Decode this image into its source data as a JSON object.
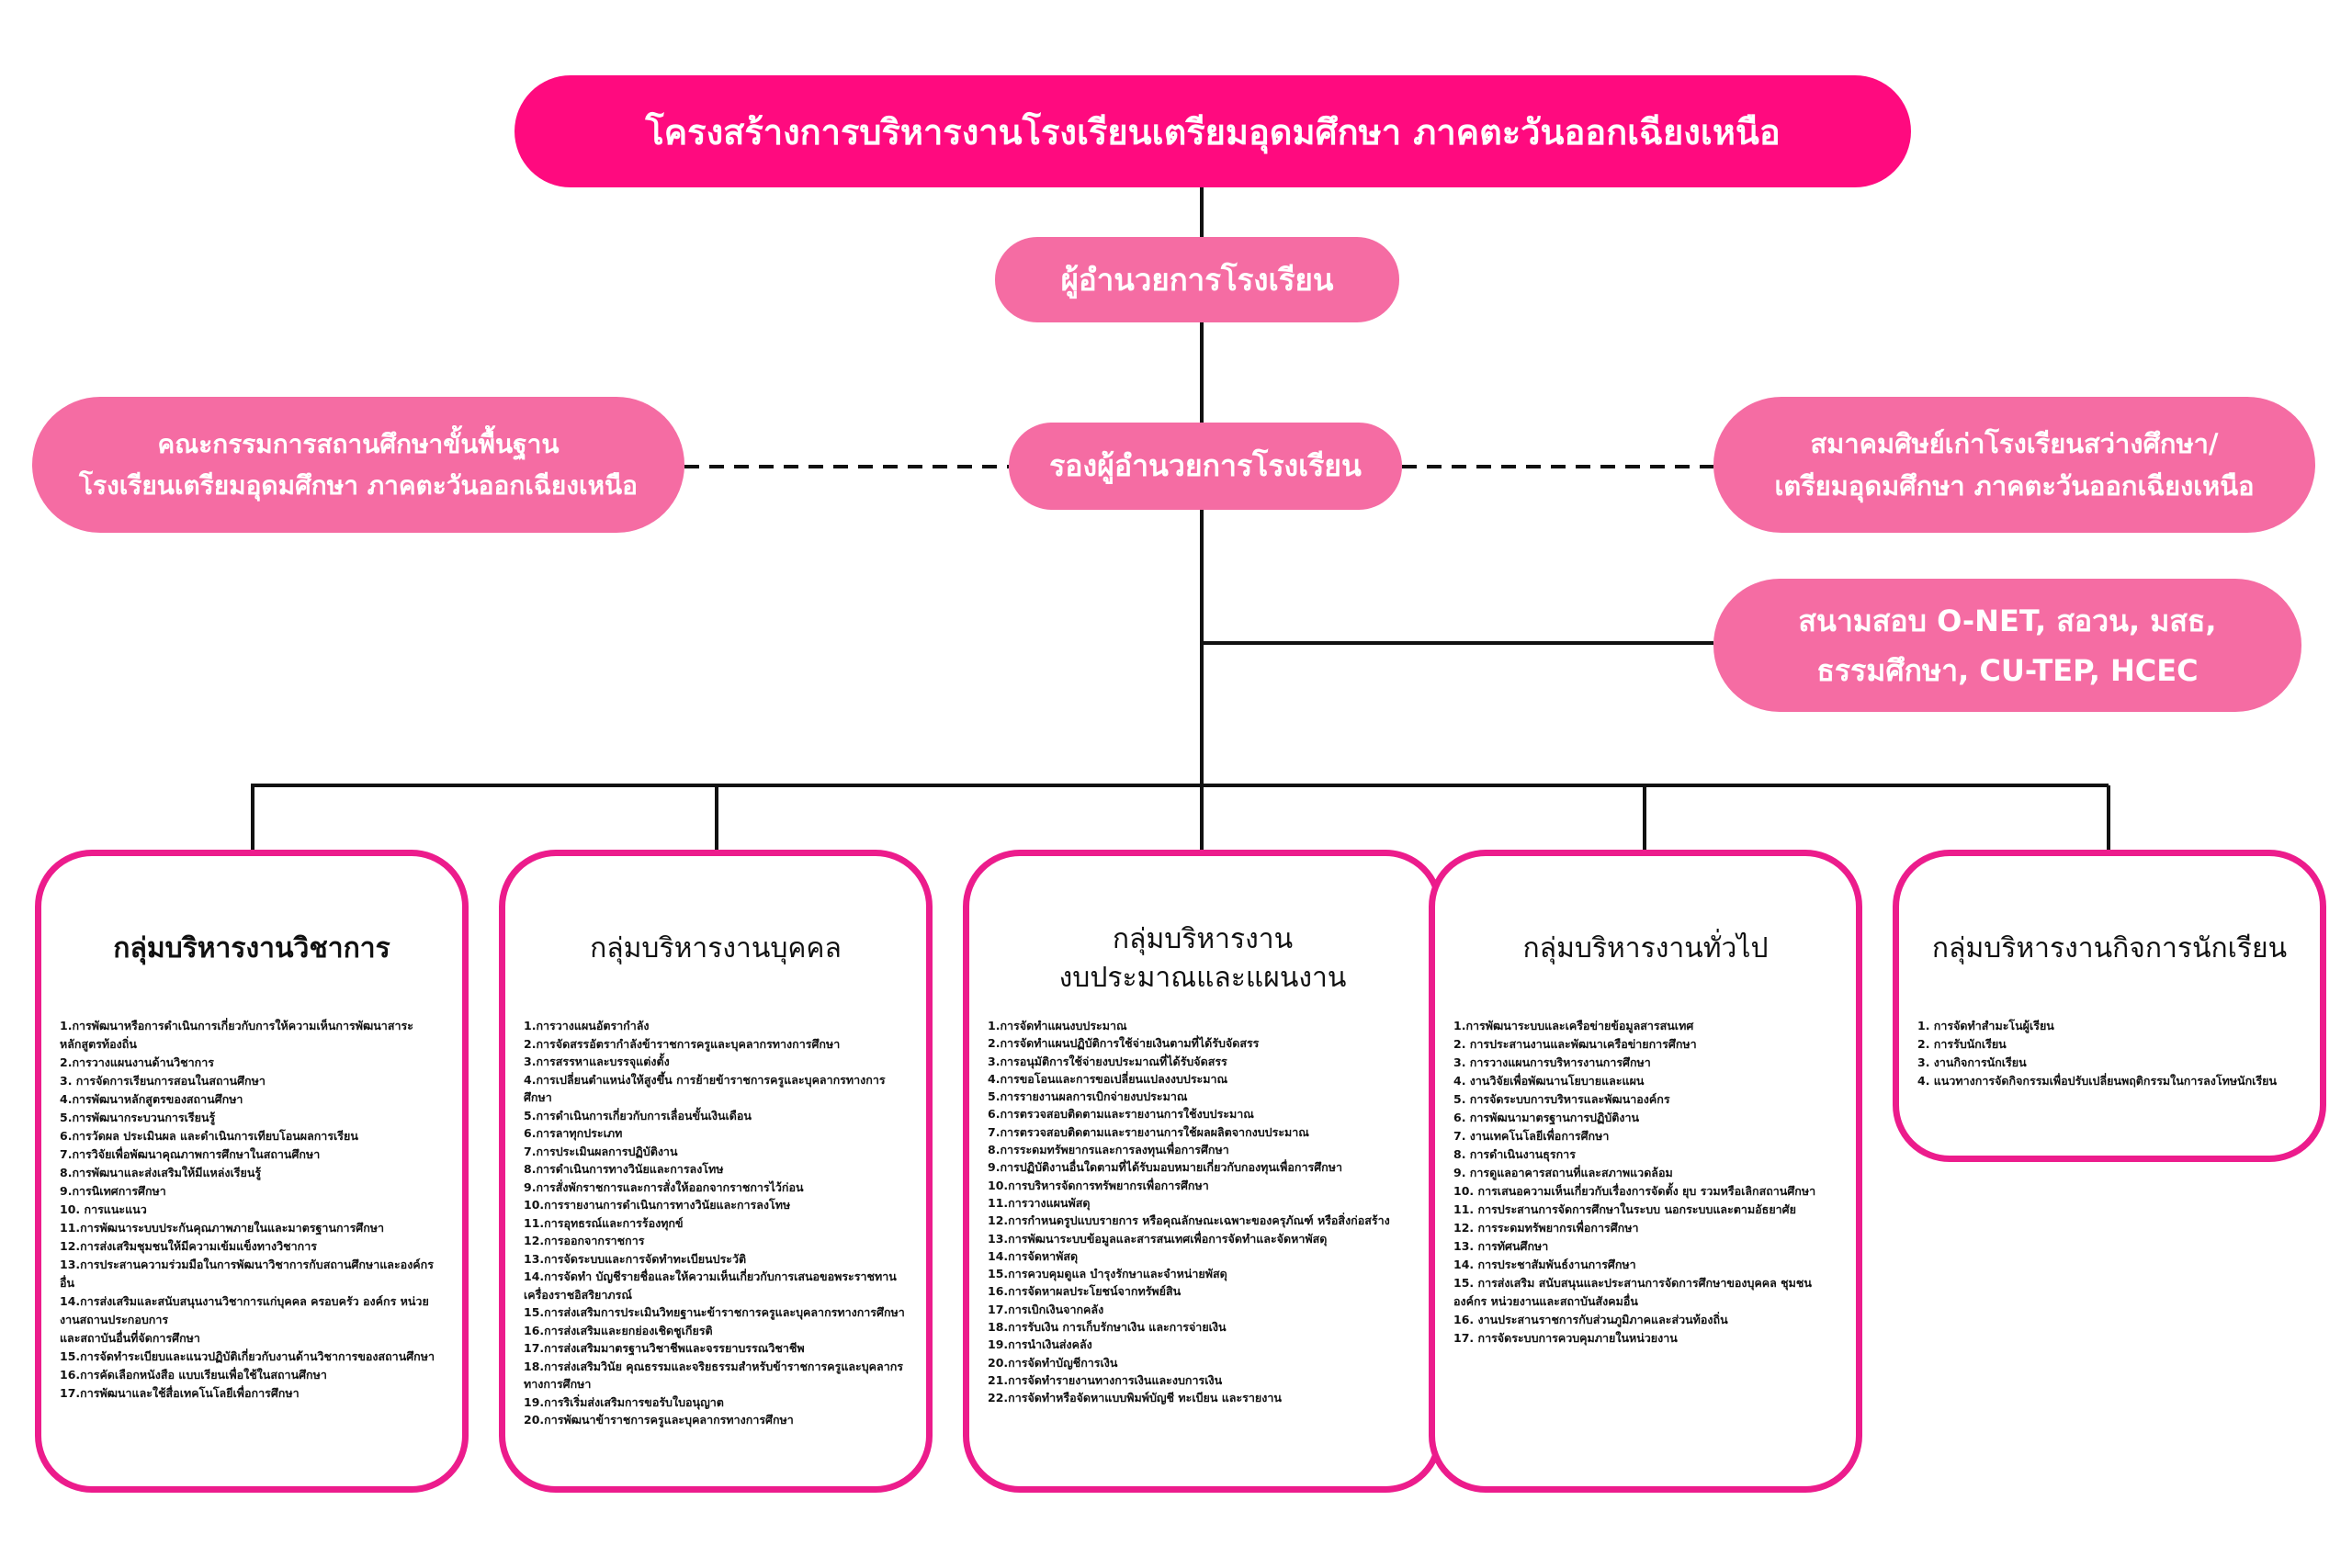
{
  "title": "โครงสร้างการบริหารงานโรงเรียนเตรียมอุดมศึกษา ภาคตะวันออกเฉียงเหนือ",
  "director": "ผู้อำนวยการโรงเรียน",
  "deputy": "รองผู้อำนวยการโรงเรียน",
  "board": [
    "คณะกรรมการสถานศึกษาขั้นพื้นฐาน",
    "โรงเรียนเตรียมอุดมศึกษา ภาคตะวันออกเฉียงเหนือ"
  ],
  "alumni": [
    "สมาคมศิษย์เก่าโรงเรียนสว่างศึกษา/",
    "เตรียมอุดมศึกษา ภาคตะวันออกเฉียงเหนือ"
  ],
  "exams": [
    "สนามสอบ O-NET, สอวน, มสธ,",
    "ธรรมศึกษา, CU-TEP, HCEC"
  ],
  "colors": {
    "pink_dark": "#ff0a7f",
    "pink_light": "#f56ca3",
    "border": "#ec1c8c",
    "line": "#111111"
  },
  "groups": [
    {
      "title": [
        "กลุ่มบริหารงานวิชาการ"
      ],
      "items": [
        "1.การพัฒนาหรือการดำเนินการเกี่ยวกับการให้ความเห็นการพัฒนาสาระหลักสูตรท้องถิ่น",
        "2.การวางแผนงานด้านวิชาการ",
        "3. การจัดการเรียนการสอนในสถานศึกษา",
        "4.การพัฒนาหลักสูตรของสถานศึกษา",
        "5.การพัฒนากระบวนการเรียนรู้",
        "6.การวัดผล ประเมินผล และดำเนินการเทียบโอนผลการเรียน",
        "7.การวิจัยเพื่อพัฒนาคุณภาพการศึกษาในสถานศึกษา",
        "8.การพัฒนาและส่งเสริมให้มีแหล่งเรียนรู้",
        "9.การนิเทศการศึกษา",
        "10. การแนะแนว",
        "11.การพัฒนาระบบประกันคุณภาพภายในและมาตรฐานการศึกษา",
        "12.การส่งเสริมชุมชนให้มีความเข้มแข็งทางวิชาการ",
        "13.การประสานความร่วมมือในการพัฒนาวิชาการกับสถานศึกษาและองค์กรอื่น",
        "14.การส่งเสริมและสนับสนุนงานวิชาการแก่บุคคล ครอบครัว องค์กร หน่วยงานสถานประกอบการ",
        "และสถาบันอื่นที่จัดการศึกษา",
        "15.การจัดทำระเบียบและแนวปฏิบัติเกี่ยวกับงานด้านวิชาการของสถานศึกษา",
        "16.การคัดเลือกหนังสือ แบบเรียนเพื่อใช้ในสถานศึกษา",
        "17.การพัฒนาและใช้สื่อเทคโนโลยีเพื่อการศึกษา"
      ]
    },
    {
      "title": [
        "กลุ่มบริหารงานบุคคล"
      ],
      "items": [
        "1.การวางแผนอัตรากำลัง",
        "2.การจัดสรรอัตรากำลังข้าราชการครูและบุคลากรทางการศึกษา",
        "3.การสรรหาและบรรจุแต่งตั้ง",
        "4.การเปลี่ยนตำแหน่งให้สูงขึ้น การย้ายข้าราชการครูและบุคลากรทางการศึกษา",
        "5.การดำเนินการเกี่ยวกับการเลื่อนขั้นเงินเดือน",
        "6.การลาทุกประเภท",
        "7.การประเมินผลการปฏิบัติงาน",
        "8.การดำเนินการทางวินัยและการลงโทษ",
        "9.การสั่งพักราชการและการสั่งให้ออกจากราชการไว้ก่อน",
        "10.การรายงานการดำเนินการทางวินัยและการลงโทษ",
        "11.การอุทธรณ์และการร้องทุกข์",
        "12.การออกจากราชการ",
        "13.การจัดระบบและการจัดทำทะเบียนประวัติ",
        "14.การจัดทำ บัญชีรายชื่อและให้ความเห็นเกี่ยวกับการเสนอขอพระราชทาน",
        "เครื่องราชอิสริยาภรณ์",
        "15.การส่งเสริมการประเมินวิทยฐานะข้าราชการครูและบุคลากรทางการศึกษา",
        "16.การส่งเสริมและยกย่องเชิดชูเกียรติ",
        "17.การส่งเสริมมาตรฐานวิชาชีพและจรรยาบรรณวิชาชีพ",
        "18.การส่งเสริมวินัย คุณธรรมและจริยธรรมสำหรับข้าราชการครูและบุคลากรทางการศึกษา",
        "19.การริเริ่มส่งเสริมการขอรับใบอนุญาต",
        "20.การพัฒนาข้าราชการครูและบุคลากรทางการศึกษา"
      ]
    },
    {
      "title": [
        "กลุ่มบริหารงาน",
        "งบประมาณและแผนงาน"
      ],
      "items": [
        "1.การจัดทำแผนงบประมาณ",
        "2.การจัดทำแผนปฏิบัติการใช้จ่ายเงินตามที่ได้รับจัดสรร",
        "3.การอนุมัติการใช้จ่ายงบประมาณที่ได้รับจัดสรร",
        "4.การขอโอนและการขอเปลี่ยนแปลงงบประมาณ",
        "5.การรายงานผลการเบิกจ่ายงบประมาณ",
        "6.การตรวจสอบติดตามและรายงานการใช้งบประมาณ",
        "7.การตรวจสอบติดตามและรายงานการใช้ผลผลิตจากงบประมาณ",
        "8.การระดมทรัพยากรและการลงทุนเพื่อการศึกษา",
        "9.การปฏิบัติงานอื่นใดตามที่ได้รับมอบหมายเกี่ยวกับกองทุนเพื่อการศึกษา",
        "10.การบริหารจัดการทรัพยากรเพื่อการศึกษา",
        "11.การวางแผนพัสดุ",
        "12.การกำหนดรูปแบบรายการ หรือคุณลักษณะเฉพาะของครุภัณฑ์ หรือสิ่งก่อสร้าง",
        "13.การพัฒนาระบบข้อมูลและสารสนเทศเพื่อการจัดทำและจัดหาพัสดุ",
        "14.การจัดหาพัสดุ",
        "15.การควบคุมดูแล บำรุงรักษาและจำหน่ายพัสดุ",
        "16.การจัดหาผลประโยชน์จากทรัพย์สิน",
        "17.การเบิกเงินจากคลัง",
        "18.การรับเงิน การเก็บรักษาเงิน และการจ่ายเงิน",
        "19.การนำเงินส่งคลัง",
        "20.การจัดทำบัญชีการเงิน",
        "21.การจัดทำรายงานทางการเงินและงบการเงิน",
        "22.การจัดทำหรือจัดหาแบบพิมพ์บัญชี ทะเบียน และรายงาน"
      ]
    },
    {
      "title": [
        "กลุ่มบริหารงานทั่วไป"
      ],
      "items": [
        "1.การพัฒนาระบบและเครือข่ายข้อมูลสารสนเทศ",
        "2. การประสานงานและพัฒนาเครือข่ายการศึกษา",
        "3. การวางแผนการบริหารงานการศึกษา",
        "4. งานวิจัยเพื่อพัฒนานโยบายและแผน",
        "5. การจัดระบบการบริหารและพัฒนาองค์กร",
        "6. การพัฒนามาตรฐานการปฏิบัติงาน",
        "7. งานเทคโนโลยีเพื่อการศึกษา",
        "8. การดำเนินงานธุรการ",
        "9. การดูแลอาคารสถานที่และสภาพแวดล้อม",
        "10. การเสนอความเห็นเกี่ยวกับเรื่องการจัดตั้ง ยุบ รวมหรือเลิกสถานศึกษา",
        "11. การประสานการจัดการศึกษาในระบบ นอกระบบและตามอัธยาศัย",
        "12. การระดมทรัพยากรเพื่อการศึกษา",
        "13. การทัศนศึกษา",
        "14. การประชาสัมพันธ์งานการศึกษา",
        "15. การส่งเสริม สนับสนุนและประสานการจัดการศึกษาของบุคคล ชุมชน องค์กร หน่วยงานและสถาบันสังคมอื่น",
        "16. งานประสานราชการกับส่วนภูมิภาคและส่วนท้องถิ่น",
        "17. การจัดระบบการควบคุมภายในหน่วยงาน"
      ]
    },
    {
      "title": [
        "กลุ่มบริหารงานกิจการนักเรียน"
      ],
      "items": [
        "1. การจัดทำสำมะโนผู้เรียน",
        "2. การรับนักเรียน",
        "3. งานกิจการนักเรียน",
        "4. แนวทางการจัดกิจกรรมเพื่อปรับเปลี่ยนพฤติกรรมในการลงโทษนักเรียน"
      ]
    }
  ]
}
